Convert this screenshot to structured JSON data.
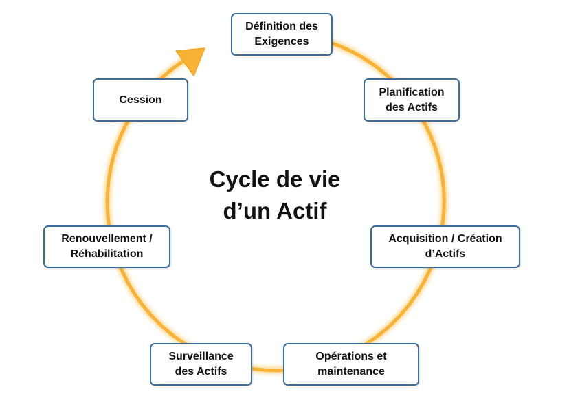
{
  "diagram": {
    "type": "cycle",
    "center_title": "Cycle de vie\nd’un Actif",
    "arrow_color": "#f9b233",
    "box_border_color": "#3a6d9a",
    "nodes": [
      {
        "label": "Définition des\nExigences"
      },
      {
        "label": "Planification\ndes Actifs"
      },
      {
        "label": "Acquisition  / Création\nd’Actifs"
      },
      {
        "label": "Opérations et\nmaintenance"
      },
      {
        "label": "Surveillance\ndes Actifs"
      },
      {
        "label": "Renouvellement /\nRéhabilitation"
      },
      {
        "label": "Cession"
      }
    ]
  }
}
